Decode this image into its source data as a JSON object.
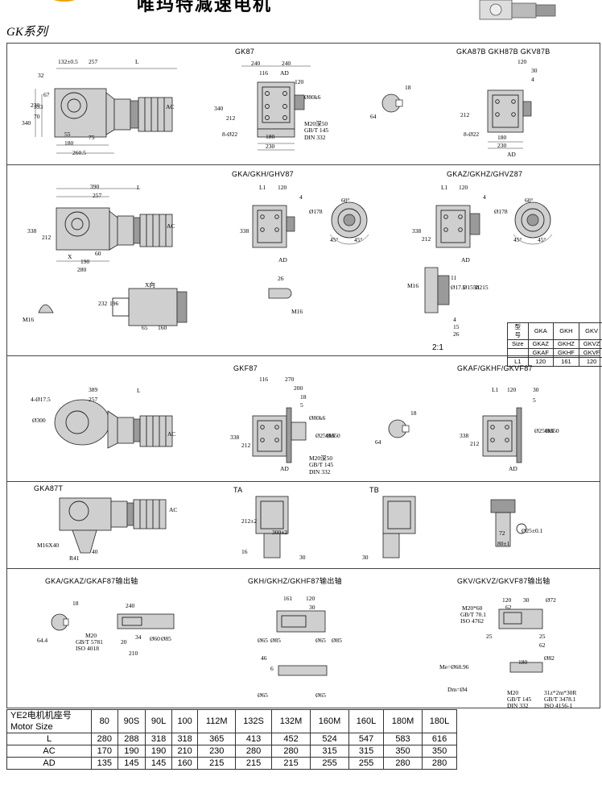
{
  "header": {
    "brand_text": "唯玛特减速电机",
    "series_title": "GK系列"
  },
  "sections": {
    "gk87": {
      "front_title": "GK87",
      "right_title": "GKA87B GKH87B GKV87B",
      "dims_left": [
        "132±0.5",
        "257",
        "L",
        "32",
        "67",
        "230",
        "340",
        "333",
        "70",
        "55",
        "180",
        "75",
        "260.5",
        "AC"
      ],
      "dims_mid": [
        "240",
        "240",
        "116",
        "AD",
        "120",
        "Ø80k6",
        "340",
        "212",
        "8-Ø22",
        "180",
        "230",
        "M20深50",
        "GB/T 145",
        "DIN 332"
      ],
      "dims_key": [
        "18",
        "64"
      ],
      "dims_right": [
        "120",
        "30",
        "4",
        "212",
        "8-Ø22",
        "180",
        "230",
        "AD"
      ]
    },
    "gka87": {
      "hollow_title": "GKA/GKH/GHV87",
      "shrink_title": "GKAZ/GKHZ/GHVZ87",
      "dims_left": [
        "390",
        "257",
        "L",
        "338",
        "212",
        "AC",
        "X",
        "60",
        "190",
        "280"
      ],
      "dims_mid": [
        "L1",
        "120",
        "4",
        "338",
        "AD",
        "Ø178",
        "60°",
        "45°",
        "45°"
      ],
      "dims_right": [
        "L1",
        "120",
        "4",
        "338",
        "212",
        "AD",
        "Ø178",
        "60°",
        "45°",
        "45°"
      ],
      "dims_bottom": [
        "X向",
        "232",
        "196",
        "65",
        "160",
        "M16",
        "26",
        "M16",
        "11",
        "Ø17.5",
        "Ø155h",
        "Ø215",
        "4",
        "15",
        "26",
        "M16"
      ],
      "ratio": "2:1",
      "size_table": {
        "rows": [
          [
            "型号",
            "GKA",
            "GKH",
            "GKV"
          ],
          [
            "Size",
            "GKAZ",
            "GKHZ",
            "GKVZ"
          ],
          [
            "",
            "GKAF",
            "GKHF",
            "GKVF"
          ],
          [
            "L1",
            "120",
            "161",
            "120"
          ]
        ]
      }
    },
    "gkf87": {
      "flange_title": "GKF87",
      "flange_hollow_title": "GKAF/GKHF/GKVF87",
      "dims_left": [
        "4-Ø17.5",
        "389",
        "257",
        "L",
        "Ø300",
        "AC"
      ],
      "dims_mid": [
        "116",
        "270",
        "200",
        "18",
        "5",
        "Ø80k6",
        "Ø250h6",
        "Ø350",
        "338",
        "212",
        "AD",
        "M20深50",
        "GB/T 145",
        "DIN 332"
      ],
      "dims_key": [
        "18",
        "64"
      ],
      "dims_right": [
        "L1",
        "120",
        "30",
        "5",
        "Ø250h6",
        "Ø350",
        "338",
        "212",
        "AD"
      ]
    },
    "gka87t": {
      "torque_title": "GKA87T",
      "ta_title": "TA",
      "tb_title": "TB",
      "dims": [
        "M16X40",
        "R41",
        "40",
        "AC",
        "212±2",
        "300±2",
        "16",
        "30",
        "30",
        "72",
        "80±1",
        "Ø25±0.1"
      ]
    },
    "shafts": {
      "a_title": "GKA/GKAZ/GKAF87输出轴",
      "h_title": "GKH/GKHZ/GKHF87输出轴",
      "v_title": "GKV/GKVZ/GKVF87输出轴",
      "dims_a": [
        "18",
        "240",
        "64.4",
        "M20",
        "GB/T 5781",
        "ISO 4018",
        "34",
        "210",
        "Ø60",
        "Ø85",
        "20"
      ],
      "dims_h": [
        "161",
        "120",
        "30",
        "Ø65",
        "Ø85",
        "Ø65",
        "Ø85",
        "46",
        "6",
        "Ø65",
        "Ø65"
      ],
      "dims_v": [
        "120",
        "62",
        "30",
        "Ø72",
        "M20*60",
        "GB/T 70.1",
        "ISO 4762",
        "25",
        "25",
        "62",
        "180",
        "Ø82",
        "Me=Ø68.96",
        "Dm=Ø4",
        "M20",
        "GB/T 145",
        "DIN 332",
        "31z*2m*30R",
        "GB/T 3478.1",
        "ISO 4156-1"
      ]
    }
  },
  "dimension_table": {
    "header_label": "YE2电机机座号",
    "header_label_en": "Motor Size",
    "sizes": [
      "80",
      "90S",
      "90L",
      "100",
      "112M",
      "132S",
      "132M",
      "160M",
      "160L",
      "180M",
      "180L"
    ],
    "rows": [
      {
        "label": "L",
        "values": [
          "280",
          "288",
          "318",
          "318",
          "365",
          "413",
          "452",
          "524",
          "547",
          "583",
          "616"
        ]
      },
      {
        "label": "AC",
        "values": [
          "170",
          "190",
          "190",
          "210",
          "230",
          "280",
          "280",
          "315",
          "315",
          "350",
          "350"
        ]
      },
      {
        "label": "AD",
        "values": [
          "135",
          "145",
          "145",
          "160",
          "215",
          "215",
          "215",
          "255",
          "255",
          "280",
          "280"
        ]
      }
    ]
  }
}
